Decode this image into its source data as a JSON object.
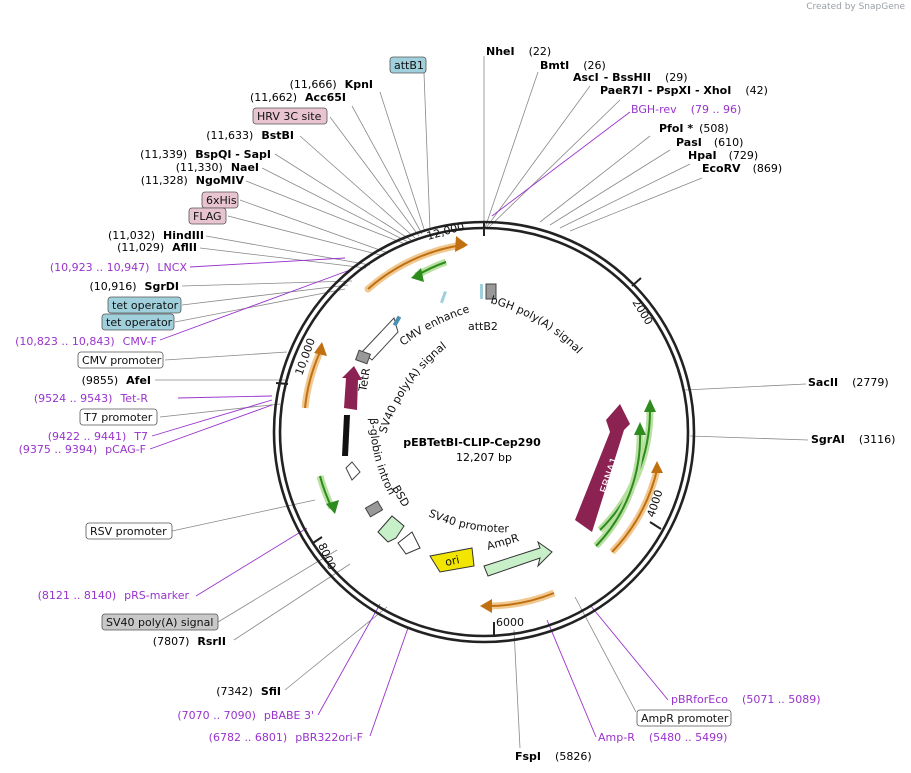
{
  "watermark": "Created by SnapGene",
  "plasmid": {
    "name": "pEBTetBI-CLIP-Cep290",
    "size": "12,207 bp"
  },
  "ruler": {
    "t2000": "2000",
    "t4000": "4000",
    "t6000": "6000",
    "t8000": "8000",
    "t10000": "10,000",
    "t12000": "12,000"
  },
  "enzymes_right": [
    {
      "name": "NheI",
      "pos": "(22)"
    },
    {
      "name": "BmtI",
      "pos": "(26)"
    },
    {
      "name": "AscI",
      "sep": "- BssHII",
      "pos": "(29)"
    },
    {
      "name": "PaeR7I",
      "sep": "- PspXI - XhoI",
      "pos": "(42)"
    },
    {
      "name": "PfoI *",
      "pos": "(508)"
    },
    {
      "name": "PasI",
      "pos": "(610)"
    },
    {
      "name": "HpaI",
      "pos": "(729)"
    },
    {
      "name": "EcoRV",
      "pos": "(869)"
    },
    {
      "name": "SacII",
      "pos": "(2779)"
    },
    {
      "name": "SgrAI",
      "pos": "(3116)"
    }
  ],
  "enzymes_left": [
    {
      "pos": "(11,666)",
      "name": "KpnI"
    },
    {
      "pos": "(11,662)",
      "name": "Acc65I"
    },
    {
      "pos": "(11,633)",
      "name": "BstBI"
    },
    {
      "pos": "(11,339)",
      "name": "BspQI - SapI"
    },
    {
      "pos": "(11,330)",
      "name": "NaeI"
    },
    {
      "pos": "(11,328)",
      "name": "NgoMIV"
    },
    {
      "pos": "(11,032)",
      "name": "HindIII"
    },
    {
      "pos": "(11,029)",
      "name": "AflII"
    },
    {
      "pos": "(10,916)",
      "name": "SgrDI"
    },
    {
      "pos": "(9855)",
      "name": "AfeI"
    },
    {
      "pos": "(7807)",
      "name": "RsrII"
    },
    {
      "pos": "(7342)",
      "name": "SfiI"
    }
  ],
  "enzymes_bottom": [
    {
      "name": "FspI",
      "pos": "(5826)"
    }
  ],
  "primers": {
    "bgh_rev": {
      "name": "BGH-rev",
      "range": "(79 .. 96)"
    },
    "lncx": {
      "range": "(10,923 .. 10,947)",
      "name": "LNCX"
    },
    "cmv_f": {
      "range": "(10,823 .. 10,843)",
      "name": "CMV-F"
    },
    "tet_r": {
      "range": "(9524 .. 9543)",
      "name": "Tet-R"
    },
    "t7": {
      "range": "(9422 .. 9441)",
      "name": "T7"
    },
    "pcag_f": {
      "range": "(9375 .. 9394)",
      "name": "pCAG-F"
    },
    "prs_marker": {
      "range": "(8121 .. 8140)",
      "name": "pRS-marker"
    },
    "pbabe3": {
      "range": "(7070 .. 7090)",
      "name": "pBABE 3'"
    },
    "pbr322ori_f": {
      "range": "(6782 .. 6801)",
      "name": "pBR322ori-F"
    },
    "amp_r": {
      "name": "Amp-R",
      "range": "(5480 .. 5499)"
    },
    "pbrforeco": {
      "name": "pBRforEco",
      "range": "(5071 .. 5089)"
    }
  },
  "boxed_labels": {
    "attb1": "attB1",
    "hrv3c": "HRV 3C site",
    "his6": "6xHis",
    "flag": "FLAG",
    "tet_op1": "tet operator",
    "tet_op2": "tet operator",
    "cmv_promoter": "CMV promoter",
    "t7_promoter": "T7 promoter",
    "rsv_promoter": "RSV promoter",
    "sv40_polya": "SV40 poly(A) signal",
    "ampr_promoter": "AmpR promoter"
  },
  "inner_labels": {
    "cmv_enhancer": "CMV enhancer",
    "sv40_polya_inner": "SV40 poly(A) signal",
    "tetr": "TetR",
    "attb2": "attB2",
    "bgh_polya": "bGH poly(A) signal",
    "beta_globin": "β-globin intron",
    "bsd": "BSD",
    "sv40_promoter": "SV40 promoter",
    "ampr": "AmpR",
    "ori": "ori",
    "ebna1": "EBNA1"
  },
  "colors": {
    "backbone": "#222222",
    "primer": "#9933cc",
    "orf_orange": "#f0a030",
    "orf_green": "#2e8b1e",
    "ebna1": "#8b2252",
    "tetr": "#8b2252",
    "ori": "#f2e600",
    "ampr": "#c8f0c8",
    "tag_pink": "#e8c4d0",
    "tag_blue": "#9fd0dc"
  }
}
